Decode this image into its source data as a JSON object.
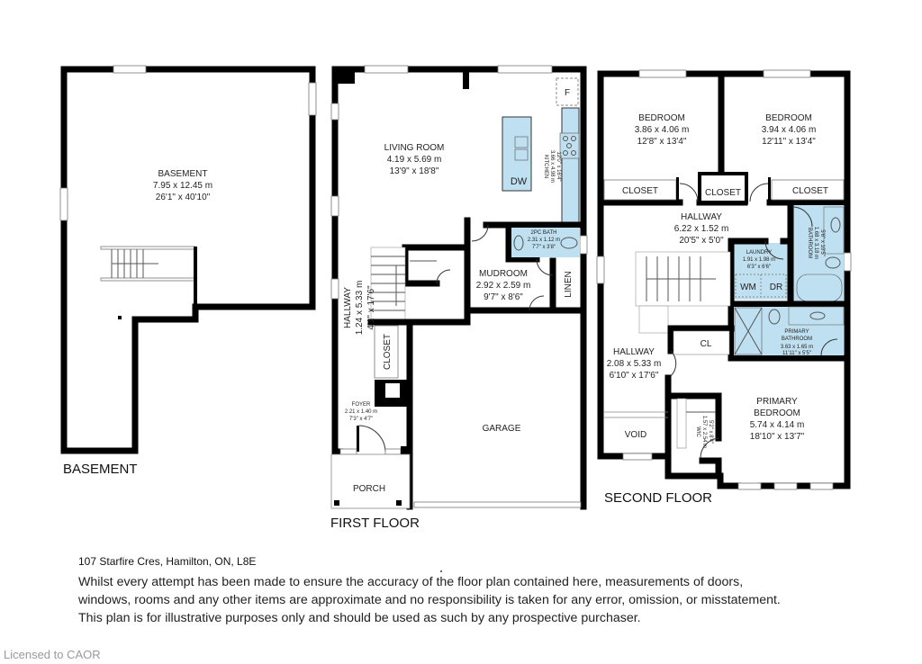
{
  "floors": {
    "basement": {
      "title": "BASEMENT",
      "rooms": [
        {
          "name": "BASEMENT",
          "metric": "7.95 x 12.45 m",
          "imperial": "26'1\" x 40'10\""
        }
      ]
    },
    "first_floor": {
      "title": "FIRST FLOOR",
      "rooms": [
        {
          "name": "LIVING ROOM",
          "metric": "4.19 x 5.69 m",
          "imperial": "13'9\" x 18'8\""
        },
        {
          "name": "KITCHEN",
          "metric": "3.66 x 4.98 m",
          "imperial": "12'0\" x 16'4\""
        },
        {
          "name": "2PC BATH",
          "metric": "2.31 x 1.12 m",
          "imperial": "7'7\" x 3'8\""
        },
        {
          "name": "MUDROOM",
          "metric": "2.92 x 2.59 m",
          "imperial": "9'7\" x 8'6\""
        },
        {
          "name": "HALLWAY",
          "metric": "1.24 x 5.33 m",
          "imperial": "4'1\" x 17'6\""
        },
        {
          "name": "FOYER",
          "metric": "2.21 x 1.40 m",
          "imperial": "7'3\" x 4'7\""
        },
        {
          "name": "GARAGE"
        },
        {
          "name": "PORCH"
        },
        {
          "name": "CLOSET"
        },
        {
          "name": "LINEN"
        }
      ],
      "fixtures": {
        "fridge": "F",
        "dishwasher": "DW"
      }
    },
    "second_floor": {
      "title": "SECOND FLOOR",
      "rooms": [
        {
          "name": "BEDROOM",
          "metric": "3.86 x 4.06 m",
          "imperial": "12'8\" x 13'4\""
        },
        {
          "name": "BEDROOM",
          "metric": "3.94 x 4.06 m",
          "imperial": "12'11\" x 13'4\""
        },
        {
          "name": "HALLWAY",
          "metric": "6.22 x 1.52 m",
          "imperial": "20'5\" x 5'0\""
        },
        {
          "name": "LAUNDRY",
          "metric": "1.91 x 1.98 m",
          "imperial": "6'3\" x 6'6\""
        },
        {
          "name": "BATHROOM",
          "metric": "1.68 x 3.18 m",
          "imperial": "5'6\" x 10'5\""
        },
        {
          "name": "PRIMARY BATHROOM",
          "line1": "PRIMARY",
          "line2": "BATHROOM",
          "metric": "3.63 x 1.65 m",
          "imperial": "11'11\" x 5'5\""
        },
        {
          "name": "HALLWAY",
          "metric": "2.08 x 5.33 m",
          "imperial": "6'10\" x 17'6\""
        },
        {
          "name": "PRIMARY BEDROOM",
          "line1": "PRIMARY",
          "line2": "BEDROOM",
          "metric": "5.74 x 4.14 m",
          "imperial": "18'10\" x 13'7\""
        },
        {
          "name": "WIC",
          "metric": "1.57 x 2.54 m",
          "imperial": "5'2\" x 8'4\""
        },
        {
          "name": "VOID"
        },
        {
          "name": "CL"
        }
      ],
      "closets": [
        "CLOSET",
        "CLOSET",
        "CLOSET"
      ],
      "fixtures": {
        "washer": "WM",
        "dryer": "DR"
      }
    }
  },
  "footer": {
    "address": "107 Starfire Cres, Hamilton, ON, L8E",
    "disclaimer_lines": [
      "Whilst every attempt has been made to ensure the accuracy of the floor plan contained here, measurements of doors,",
      "windows, rooms and any other items are approximate and no responsibility is taken for any error, omission, or misstatement.",
      "This plan is for illustrative purposes only and should be used as such by any prospective purchaser."
    ]
  },
  "watermark": "Licensed to CAOR",
  "colors": {
    "fixture_blue": "#bfe0f0",
    "wall": "#000000"
  }
}
